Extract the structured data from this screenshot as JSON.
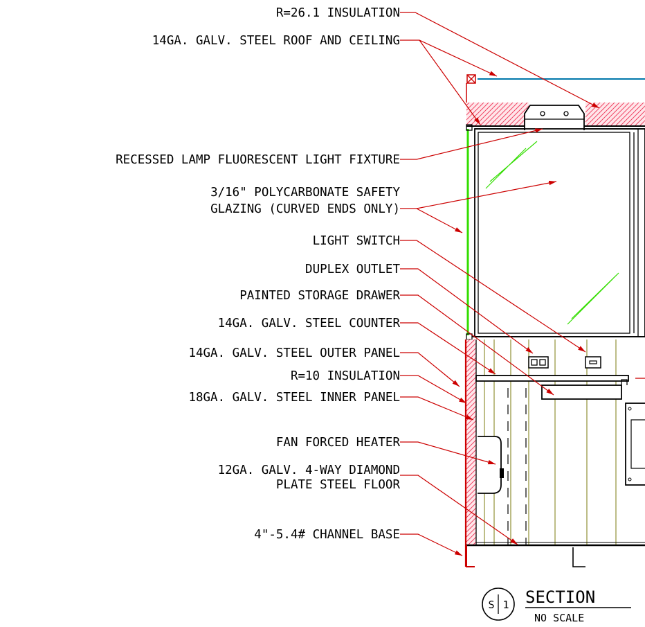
{
  "labels": {
    "roof_insulation": "R=26.1 INSULATION",
    "roof_ceiling": "14GA. GALV. STEEL ROOF AND CEILING",
    "light_fixture": "RECESSED LAMP FLUORESCENT LIGHT FIXTURE",
    "glazing_line1": "3/16\" POLYCARBONATE SAFETY",
    "glazing_line2": "GLAZING (CURVED ENDS ONLY)",
    "light_switch": "LIGHT SWITCH",
    "duplex_outlet": "DUPLEX OUTLET",
    "storage_drawer": "PAINTED STORAGE DRAWER",
    "counter": "14GA. GALV. STEEL COUNTER",
    "outer_panel": "14GA. GALV. STEEL OUTER PANEL",
    "wall_insulation": "R=10 INSULATION",
    "inner_panel": "18GA. GALV. STEEL INNER PANEL",
    "heater": "FAN FORCED HEATER",
    "floor_line1": "12GA. GALV. 4-WAY DIAMOND",
    "floor_line2": "PLATE STEEL FLOOR",
    "channel_base": "4\"-5.4# CHANNEL BASE"
  },
  "title_block": {
    "symbol_left": "S",
    "symbol_right": "1",
    "title": "SECTION",
    "scale": "NO SCALE"
  },
  "colors": {
    "leader": "#cc0000",
    "glazing": "#33dd00",
    "roof_line": "#0077aa",
    "stud": "#999944",
    "hatch": "#ee3355"
  }
}
